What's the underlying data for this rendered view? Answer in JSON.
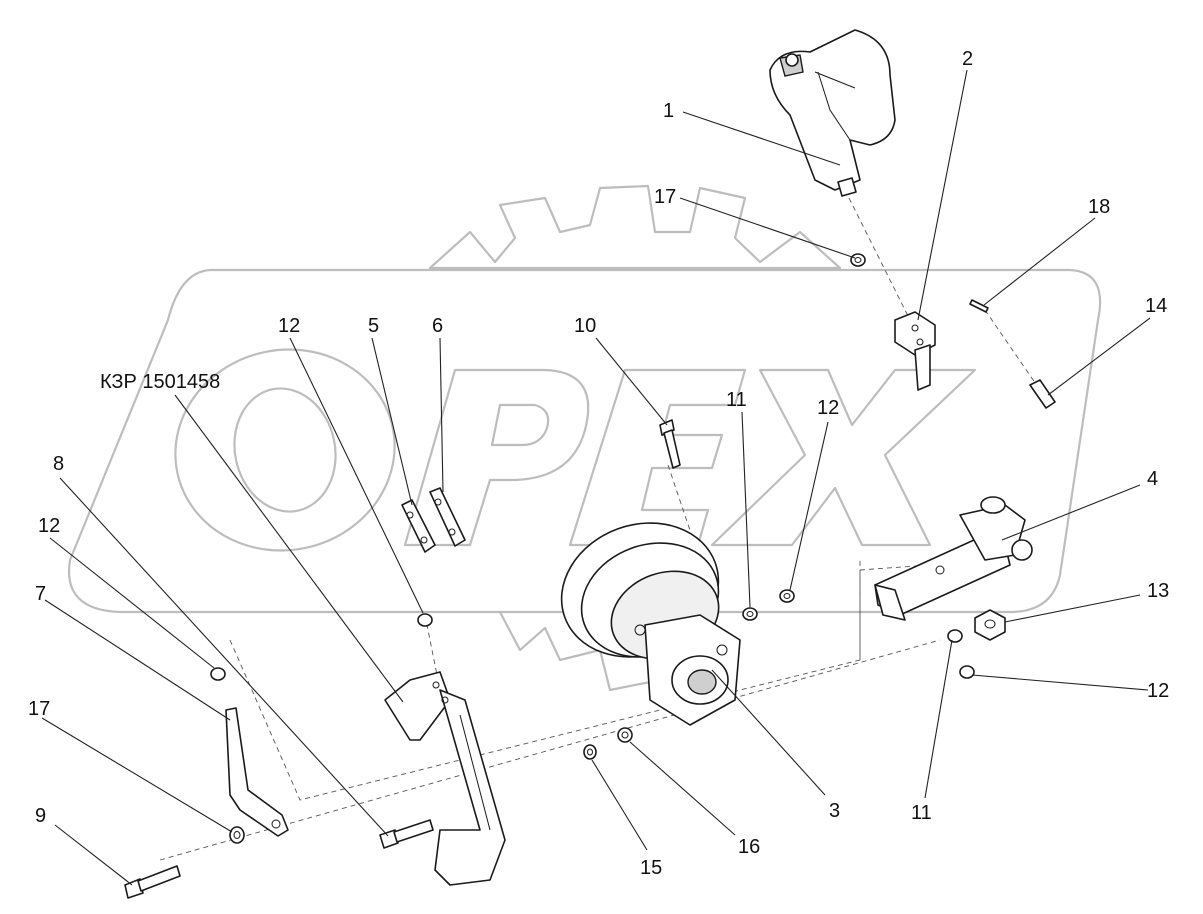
{
  "watermark": {
    "text": "OPEX"
  },
  "callouts": {
    "c1": "1",
    "c2": "2",
    "c3": "3",
    "c4": "4",
    "c5": "5",
    "c6": "6",
    "c7": "7",
    "c8": "8",
    "c9": "9",
    "c10": "10",
    "c11a": "11",
    "c11b": "11",
    "c12a": "12",
    "c12b": "12",
    "c12c": "12",
    "c12d": "12",
    "c13": "13",
    "c14": "14",
    "c15": "15",
    "c16": "16",
    "c17a": "17",
    "c17b": "17",
    "c18": "18",
    "kit": "КЗР 1501458"
  },
  "colors": {
    "line": "#1a1a1a",
    "watermark": "#bdbdbd",
    "background": "#ffffff"
  }
}
